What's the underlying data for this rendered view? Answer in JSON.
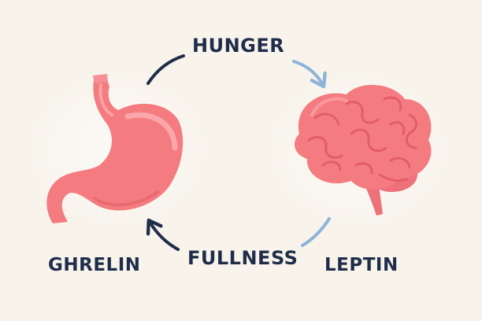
{
  "labels": {
    "top": "HUNGER",
    "bottom": "FULLNESS",
    "left": "GHRELIN",
    "right": "LEPTIN"
  },
  "nodes": {
    "left": "stomach-icon",
    "right": "brain-icon"
  },
  "colors": {
    "background": "#f8f4ec",
    "text": "#1f2d4a",
    "organ": "#f47c80",
    "organ_dark": "#e4646b",
    "arrow_dark": "#1f2d4a",
    "arrow_light": "#8fb4d8"
  }
}
